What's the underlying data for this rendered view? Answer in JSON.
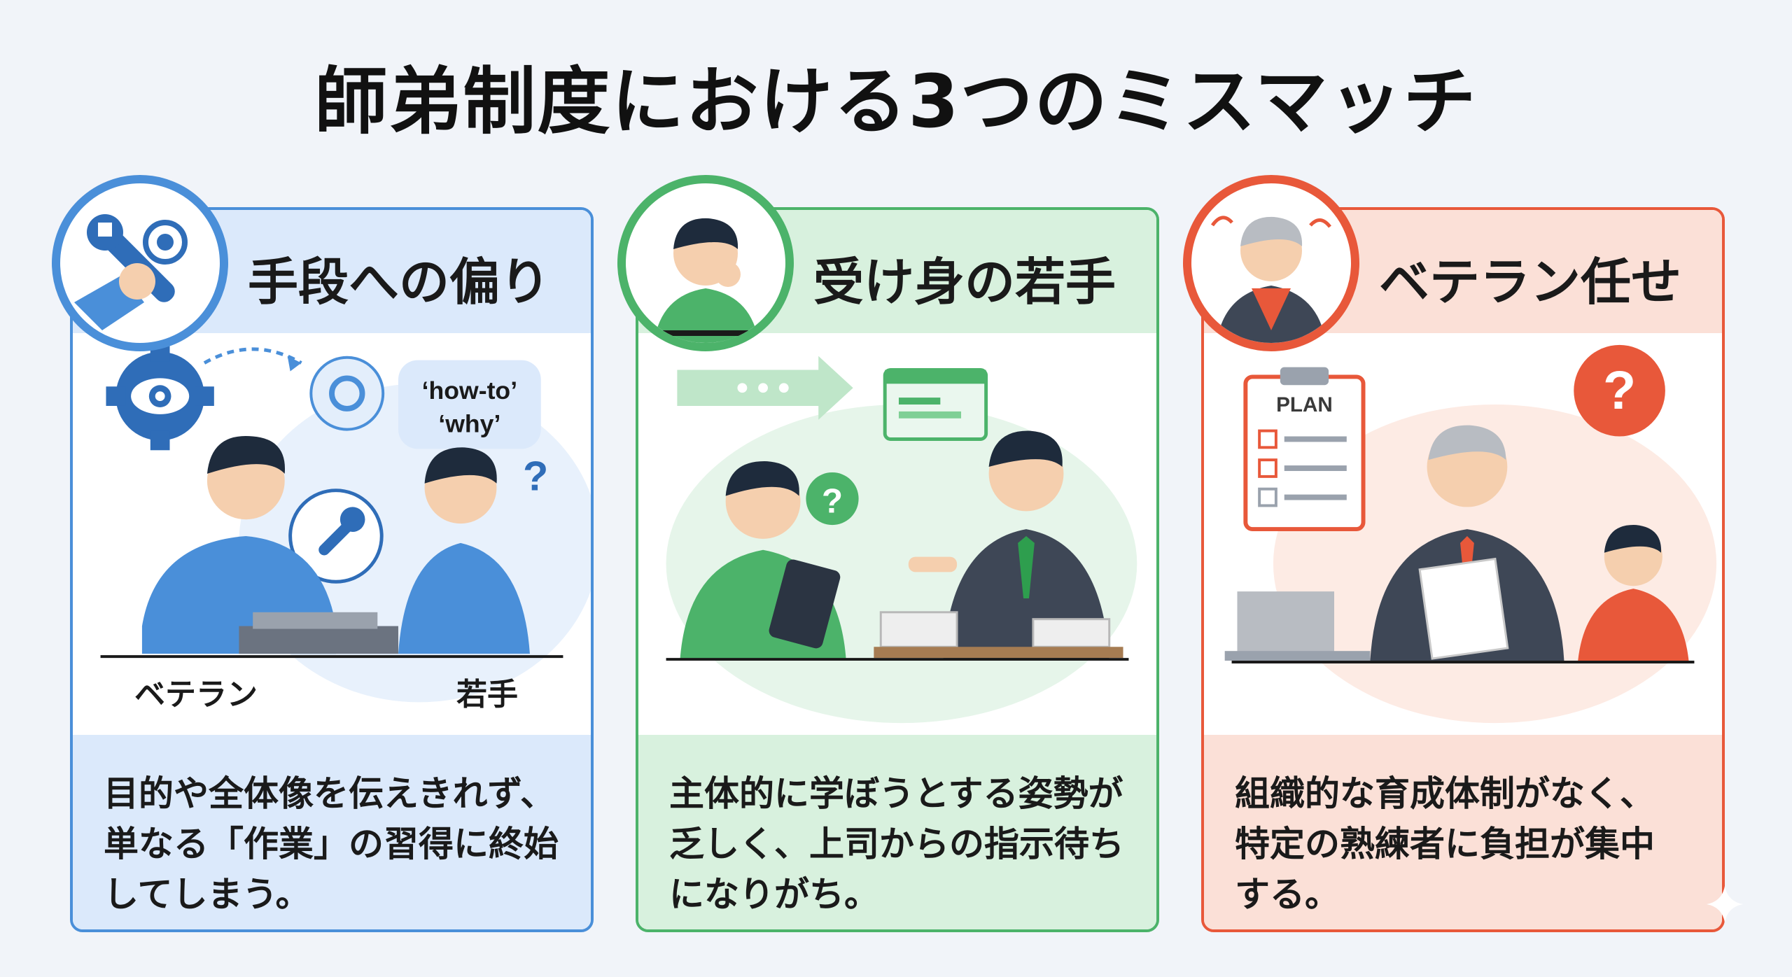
{
  "title": "師弟制度における3つのミスマッチ",
  "colors": {
    "blue": "#4a8fd9",
    "blue_light": "#dbe9fb",
    "green": "#4cb36a",
    "green_light": "#d8f1de",
    "red": "#e8583a",
    "red_light": "#fbe0d7"
  },
  "cards": [
    {
      "title": "手段への偏り",
      "icon": "wrench-eye-icon",
      "labels": {
        "veteran": "ベテラン",
        "young": "若手"
      },
      "bubble": {
        "line1": "‘how-to’",
        "line2": "‘why’"
      },
      "description": [
        "目的や全体像を伝えきれず、",
        "単なる「作業」の習得に終始",
        "してしまう。"
      ]
    },
    {
      "title": "受け身の若手",
      "icon": "worried-young-man-icon",
      "description": [
        "主体的に学ぼうとする姿勢が",
        "乏しく、上司からの指示待ち",
        "になりがち。"
      ]
    },
    {
      "title": "ベテラン任せ",
      "icon": "stressed-veteran-icon",
      "plan_label": "PLAN",
      "description": [
        "組織的な育成体制がなく、",
        "特定の熟練者に負担が集中",
        "する。"
      ]
    }
  ]
}
